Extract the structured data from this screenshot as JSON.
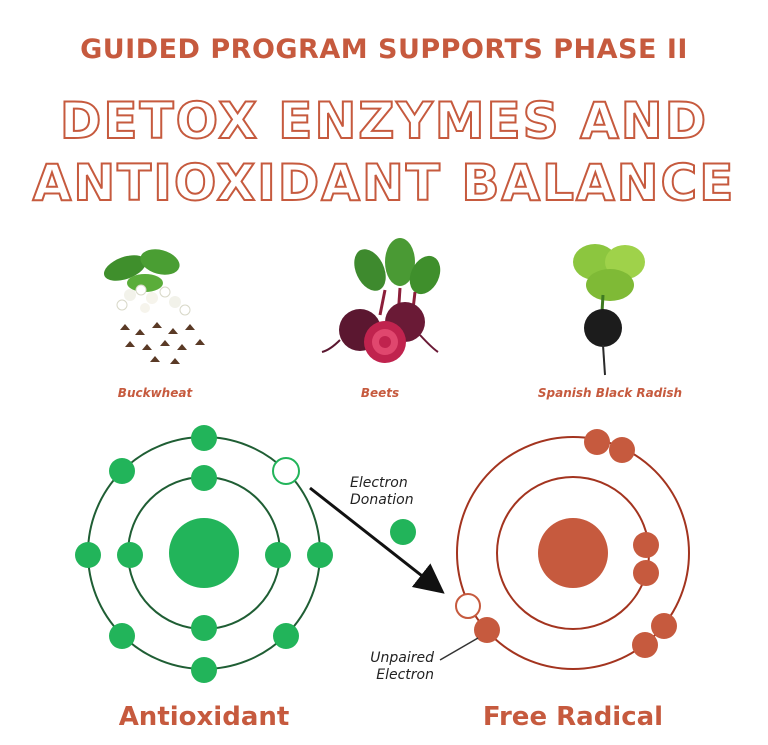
{
  "header": {
    "subtitle": "GUIDED PROGRAM SUPPORTS PHASE II",
    "title_line1": "DETOX ENZYMES AND",
    "title_line2": "ANTIOXIDANT BALANCE"
  },
  "foods": [
    {
      "label": "Buckwheat",
      "icon": "buckwheat-icon"
    },
    {
      "label": "Beets",
      "icon": "beet-icon"
    },
    {
      "label": "Spanish Black Radish",
      "icon": "black-radish-icon"
    }
  ],
  "diagram": {
    "antioxidant_label": "Antioxidant",
    "free_radical_label": "Free Radical",
    "donation_line1": "Electron",
    "donation_line2": "Donation",
    "unpaired_line1": "Unpaired",
    "unpaired_line2": "Electron"
  },
  "colors": {
    "brand": "#c65a3e",
    "antioxidant": "#22b45a",
    "free_radical": "#c65a3e",
    "orbit_green": "#1f5e34",
    "orbit_red": "#a3341f"
  }
}
